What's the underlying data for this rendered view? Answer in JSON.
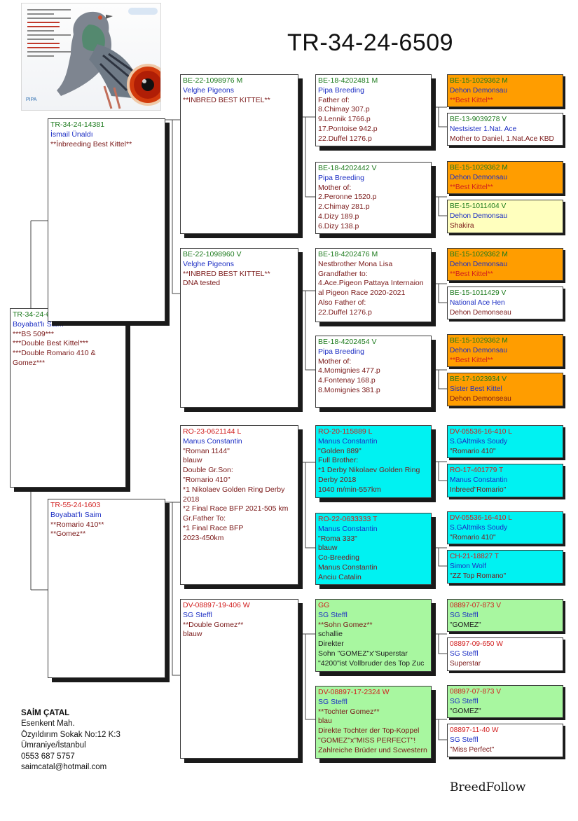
{
  "title": "TR-34-24-6509",
  "footer": {
    "owner": "SAİM ÇATAL",
    "address1": "Esenkent Mah.",
    "address2": "Özyıldırım Sokak No:12 K:3",
    "address3": "Ümraniye/İstanbul",
    "phone": "0553 687 5757",
    "email": "saimcatal@hotmail.com",
    "brand": "BreedFollow"
  },
  "photo": {
    "watermark": "PIPA"
  },
  "colors": {
    "orange": "#ff9d00",
    "cyan": "#00f2f2",
    "light_green": "#a8f7a0",
    "light_yellow": "#ffffbe"
  },
  "pedigree": {
    "subject": {
      "ring": "TR-34-24-6509",
      "breeder": "Boyabat'lı Saim",
      "lines": [
        "***BS 509***",
        "***Double Best Kittel***",
        "***Double Romario 410 & Gomez***"
      ]
    },
    "sire": {
      "ring": "TR-34-24-14381",
      "breeder": "İsmail Ünaldı",
      "lines": [
        "**İnbreeding Best Kittel**"
      ]
    },
    "dam": {
      "ring": "TR-55-24-1603",
      "breeder": "Boyabat'lı Saim",
      "lines": [
        "**Romario 410**",
        "**Gomez**"
      ]
    },
    "ss": {
      "ring": "BE-22-1098976 M",
      "breeder": "Velghe Pigeons",
      "lines": [
        "**INBRED BEST KITTEL**"
      ]
    },
    "sd": {
      "ring": "BE-22-1098960 V",
      "breeder": "Velghe Pigeons",
      "lines": [
        "**INBRED BEST KITTEL**",
        "DNA tested"
      ]
    },
    "ds": {
      "ring": "RO-23-0621144 L",
      "breeder": "Manus Constantin",
      "lines": [
        "\"Roman 1144\"",
        "blauw",
        "Double Gr.Son:",
        "\"Romario 410\"",
        "*1 Nikolaev Golden Ring Derby 2018",
        "*2 Final Race BFP 2021-505 km",
        "Gr.Father To:",
        "*1 Final Race BFP",
        "2023-450km"
      ]
    },
    "dd": {
      "ring": "DV-08897-19-406 W",
      "breeder": "SG Steffl",
      "lines": [
        "**Double Gomez**",
        "blauw"
      ]
    },
    "sss": {
      "ring": "BE-18-4202481 M",
      "breeder": "Pipa Breeding",
      "lines": [
        "Father of:",
        "8.Chimay     307.p",
        "9.Lennik     1766.p",
        "17.Pontoise   942.p",
        "22.Duffel    1276.p"
      ]
    },
    "ssd": {
      "ring": "BE-18-4202442 V",
      "breeder": "Pipa Breeding",
      "lines": [
        "Mother of:",
        "2.Peronne 1520.p",
        "2.Chimay  281.p",
        "4.Dizy    189.p",
        "6.Dizy    138.p"
      ]
    },
    "sds": {
      "ring": "BE-18-4202476 M",
      "breeder": "Nestbrother Mona Lisa",
      "lines": [
        "Grandfather to:",
        "4.Ace.Pigeon Pattaya Internaion al Pigeon Race 2020-2021",
        "Also Father of:",
        "22.Duffel 1276.p"
      ]
    },
    "sdd": {
      "ring": "BE-18-4202454 V",
      "breeder": "Pipa Breeding",
      "lines": [
        "Mother of:",
        "4.Momignies 477.p",
        "4.Fontenay  168.p",
        "8.Momignies 381.p"
      ]
    },
    "dss": {
      "ring": "RO-20-115889 L",
      "breeder": "Manus Constantin",
      "lines": [
        "\"Golden 889\"",
        "Full Brother:",
        "*1 Derby Nikolaev Golden Ring Derby 2018",
        "1040 m/min-557km"
      ]
    },
    "dsd": {
      "ring": "RO-22-0633333 T",
      "breeder": "Manus Constantin",
      "lines": [
        "\"Roma 333\"",
        "blauw",
        "Co-Breeding",
        "Manus Constantin",
        "Anciu Catalin"
      ]
    },
    "dds": {
      "ring": "GG",
      "breeder": "SG Steffl",
      "lines": [
        "**Sohn Gomez**",
        "schallie",
        "Direkter",
        "Sohn \"GOMEZ\"x\"Superstar",
        "\"4200\"ist Vollbruder des Top Zuc"
      ]
    },
    "ddd": {
      "ring": "DV-08897-17-2324 W",
      "breeder": "SG Steffl",
      "lines": [
        "**Tochter Gomez**",
        "blau",
        "Direkte Tochter der Top-Koppel",
        "\"GOMEZ\"x\"MISS PERFECT\"!",
        "Zahlreiche Brüder und Scwestern"
      ]
    },
    "g5": [
      {
        "ring": "BE-15-1029362 M",
        "breeder": "Dehon Demonsau",
        "line": "**Best Kittel**"
      },
      {
        "ring": "BE-13-9039278 V",
        "breeder": "Nestsister 1.Nat. Ace",
        "line": "Mother to Daniel, 1.Nat.Ace KBD"
      },
      {
        "ring": "BE-15-1029362 M",
        "breeder": "Dehon Demonsau",
        "line": "**Best Kittel**"
      },
      {
        "ring": "BE-15-1011404 V",
        "breeder": "Dehon Demonsau",
        "line": "Shakira"
      },
      {
        "ring": "BE-15-1029362 M",
        "breeder": "Dehon Demonsau",
        "line": "**Best Kittel**"
      },
      {
        "ring": "BE-15-1011429 V",
        "breeder": "National Ace Hen",
        "line": "Dehon Demonseau"
      },
      {
        "ring": "BE-15-1029362 M",
        "breeder": "Dehon Demonsau",
        "line": "**Best Kittel**"
      },
      {
        "ring": "BE-17-1023934 V",
        "breeder": "Sister Best Kittel",
        "line": "Dehon Demonseau"
      },
      {
        "ring": "DV-05536-16-410 L",
        "breeder": "S.GAltmiks Soudy",
        "line": "\"Romario 410\""
      },
      {
        "ring": "RO-17-401779 T",
        "breeder": "Manus Constantin",
        "line": "Inbreed\"Romario\""
      },
      {
        "ring": "DV-05536-16-410 L",
        "breeder": "S.GAltmiks Soudy",
        "line": "\"Romario 410\""
      },
      {
        "ring": "CH-21-18827 T",
        "breeder": "Simon Wolf",
        "line": "\"ZZ Top Romano\""
      },
      {
        "ring": "08897-07-873 V",
        "breeder": "SG Steffl",
        "line": "\"GOMEZ\""
      },
      {
        "ring": "08897-09-650 W",
        "breeder": "SG Steffl",
        "line": "Superstar"
      },
      {
        "ring": "08897-07-873 V",
        "breeder": "SG Steffl",
        "line": "\"GOMEZ\""
      },
      {
        "ring": "08897-11-40 W",
        "breeder": "SG Steffl",
        "line": "\"Miss Perfect\""
      }
    ]
  }
}
